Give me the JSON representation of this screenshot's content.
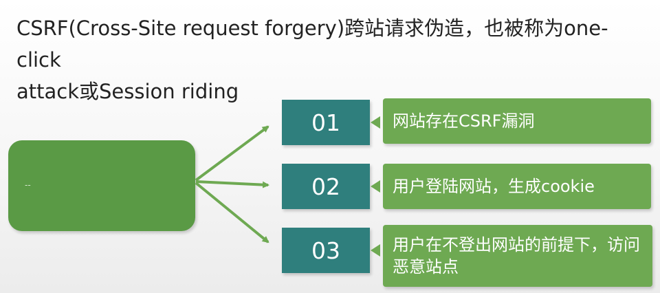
{
  "heading": {
    "line1": "CSRF(Cross-Site request forgery)跨站请求伪造，也被称为one-click",
    "line2": "attack或Session riding"
  },
  "source": {
    "label": "--"
  },
  "steps": [
    {
      "number": "01",
      "text": "网站存在CSRF漏洞"
    },
    {
      "number": "02",
      "text": "用户登陆网站，生成cookie"
    },
    {
      "number": "03",
      "text": "用户在不登出网站的前提下，访问恶意站点"
    }
  ],
  "colors": {
    "source_box": "#5a9a45",
    "number_box": "#2f7f7d",
    "text_box": "#6ea952",
    "arrow": "#6ea952"
  }
}
